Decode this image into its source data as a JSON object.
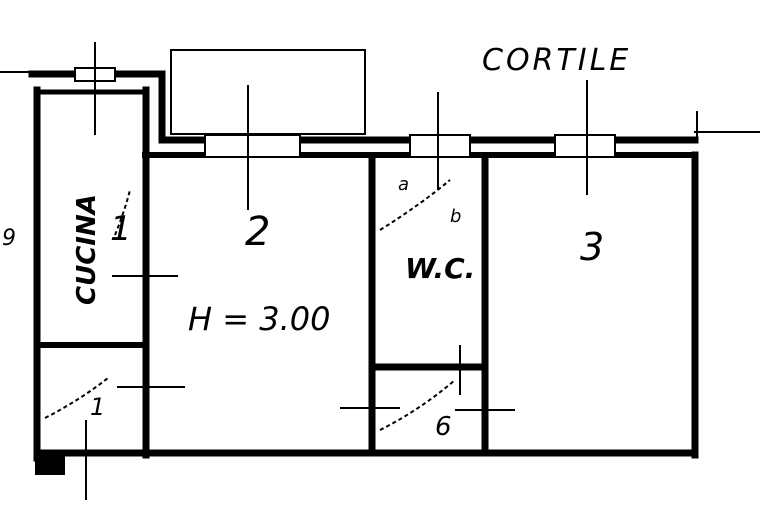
{
  "plan": {
    "courtyard_label": "CORTILE",
    "kitchen_label": "CUCINA",
    "kitchen_number": "1",
    "room2_number": "2",
    "height_note": "H = 3.00",
    "wc_label": "W.C.",
    "room3_number": "3",
    "wc_mark_a": "a",
    "wc_mark_b": "b",
    "corridor_mark": "6",
    "entry_mark": "1",
    "left_edge_mark": "9",
    "ink_color": "#000000",
    "paper_color": "#ffffff"
  }
}
